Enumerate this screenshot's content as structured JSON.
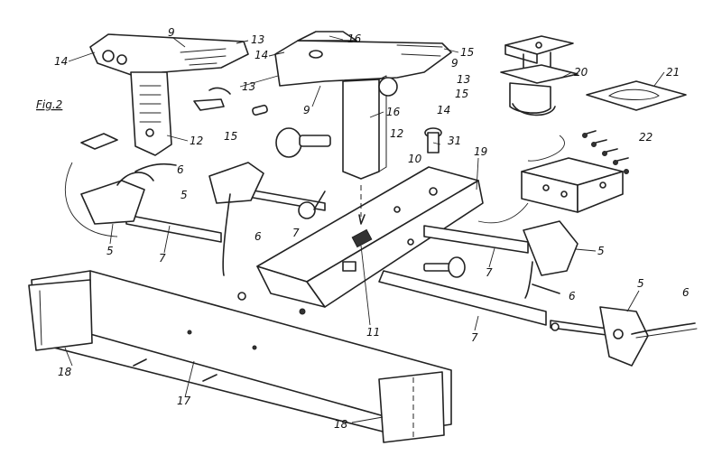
{
  "figure": {
    "title": "Fig.2"
  },
  "callouts": [
    {
      "id": "c9a",
      "text": "9"
    },
    {
      "id": "c13a",
      "text": "13"
    },
    {
      "id": "c14a",
      "text": "14"
    },
    {
      "id": "c12a",
      "text": "12"
    },
    {
      "id": "c15a",
      "text": "15"
    },
    {
      "id": "c16a",
      "text": "16"
    },
    {
      "id": "c14b",
      "text": "14"
    },
    {
      "id": "c15b",
      "text": "15"
    },
    {
      "id": "c9b",
      "text": "9"
    },
    {
      "id": "c13b",
      "text": "13"
    },
    {
      "id": "c15c",
      "text": "15"
    },
    {
      "id": "c13c",
      "text": "13"
    },
    {
      "id": "c9c",
      "text": "9"
    },
    {
      "id": "c16b",
      "text": "16"
    },
    {
      "id": "c14c",
      "text": "14"
    },
    {
      "id": "c12b",
      "text": "12"
    },
    {
      "id": "c31",
      "text": "31"
    },
    {
      "id": "c20",
      "text": "20"
    },
    {
      "id": "c21",
      "text": "21"
    },
    {
      "id": "c22",
      "text": "22"
    },
    {
      "id": "c19",
      "text": "19"
    },
    {
      "id": "c10",
      "text": "10"
    },
    {
      "id": "c6a",
      "text": "6"
    },
    {
      "id": "c5a",
      "text": "5"
    },
    {
      "id": "c5b",
      "text": "5"
    },
    {
      "id": "c7a",
      "text": "7"
    },
    {
      "id": "c6b",
      "text": "6"
    },
    {
      "id": "c7b",
      "text": "7"
    },
    {
      "id": "c11",
      "text": "11"
    },
    {
      "id": "c5c",
      "text": "5"
    },
    {
      "id": "c7c",
      "text": "7"
    },
    {
      "id": "c6c",
      "text": "6"
    },
    {
      "id": "c7d",
      "text": "7"
    },
    {
      "id": "c5d",
      "text": "5"
    },
    {
      "id": "c6d",
      "text": "6"
    },
    {
      "id": "c18a",
      "text": "18"
    },
    {
      "id": "c17",
      "text": "17"
    },
    {
      "id": "c18b",
      "text": "18"
    }
  ]
}
